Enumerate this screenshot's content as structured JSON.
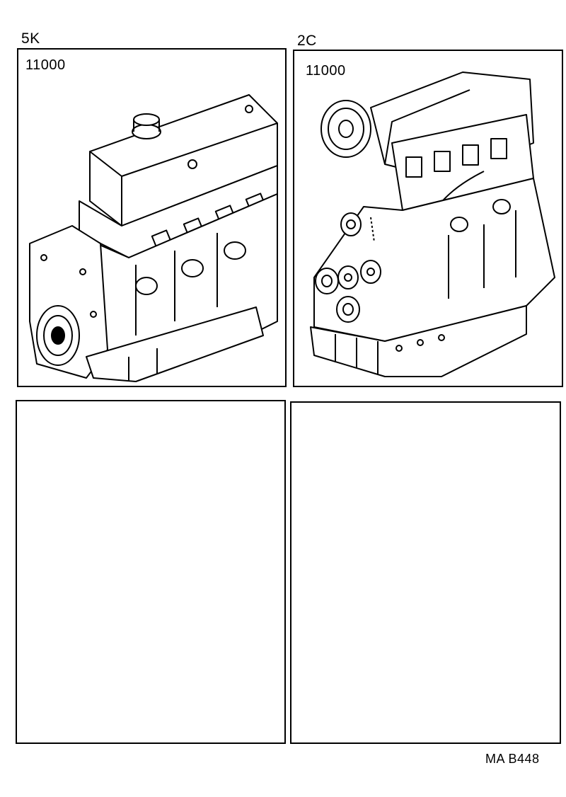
{
  "panels": [
    {
      "engine": "5K",
      "part_number": "11000",
      "illustration": "engine-5k-partial-assembly"
    },
    {
      "engine": "2C",
      "part_number": "11000",
      "illustration": "engine-2c-partial-assembly"
    },
    {
      "engine": "",
      "part_number": "",
      "illustration": ""
    },
    {
      "engine": "",
      "part_number": "",
      "illustration": ""
    }
  ],
  "footer": {
    "code": "MA  B448"
  },
  "colors": {
    "ink": "#000000",
    "paper": "#ffffff"
  }
}
